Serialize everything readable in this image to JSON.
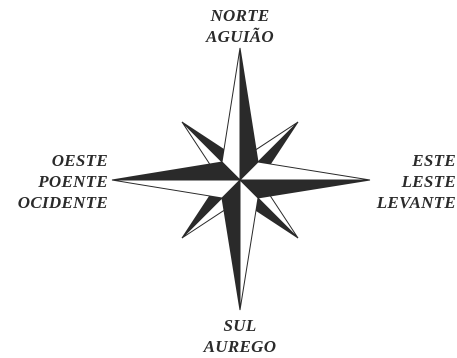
{
  "north": {
    "line1": "NORTE",
    "line2": "AGUIÃO"
  },
  "south": {
    "line1": "SUL",
    "line2": "AUREGO"
  },
  "west": {
    "line1": "OESTE",
    "line2": "POENTE",
    "line3": "OCIDENTE"
  },
  "east": {
    "line1": "ESTE",
    "line2": "LESTE",
    "line3": "LEVANTE"
  },
  "colors": {
    "dark": "#2a2a2a",
    "light": "#ffffff",
    "stroke": "#2a2a2a"
  }
}
